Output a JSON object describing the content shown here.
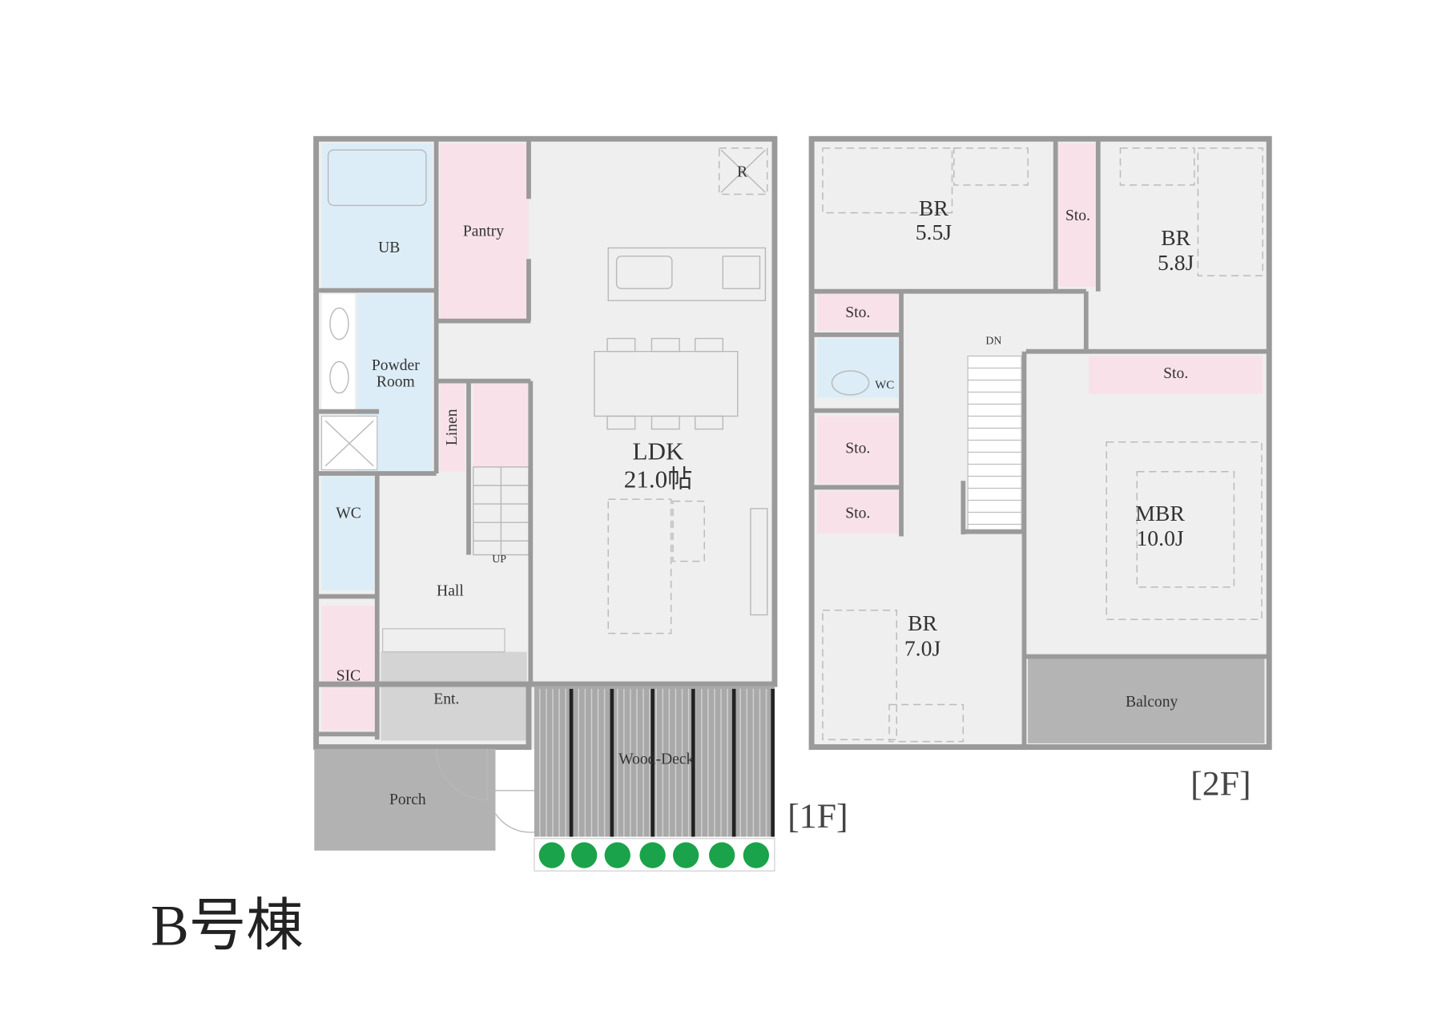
{
  "building_label": "B号棟",
  "colors": {
    "wet_area": "#dcedf7",
    "storage": "#f9e1ea",
    "room": "#eeefee",
    "exterior": "#b2b2b2",
    "wall": "#9a9a9a",
    "planting": "#1aa34a"
  },
  "floor1": {
    "label": "[1F]",
    "rooms": {
      "ub": "UB",
      "pantry": "Pantry",
      "refrigerator": "R",
      "powder_room_line1": "Powder",
      "powder_room_line2": "Room",
      "linen": "Linen",
      "wc": "WC",
      "up": "UP",
      "hall": "Hall",
      "sic": "SIC",
      "entrance": "Ent.",
      "ldk_name": "LDK",
      "ldk_size": "21.0帖",
      "wood_deck": "Wood-Deck",
      "porch": "Porch"
    }
  },
  "floor2": {
    "label": "[2F]",
    "rooms": {
      "br1_name": "BR",
      "br1_size": "5.5J",
      "br2_name": "BR",
      "br2_size": "5.8J",
      "sto": "Sto.",
      "wc": "WC",
      "dn": "DN",
      "mbr_name": "MBR",
      "mbr_size": "10.0J",
      "br3_name": "BR",
      "br3_size": "7.0J",
      "balcony": "Balcony"
    }
  }
}
